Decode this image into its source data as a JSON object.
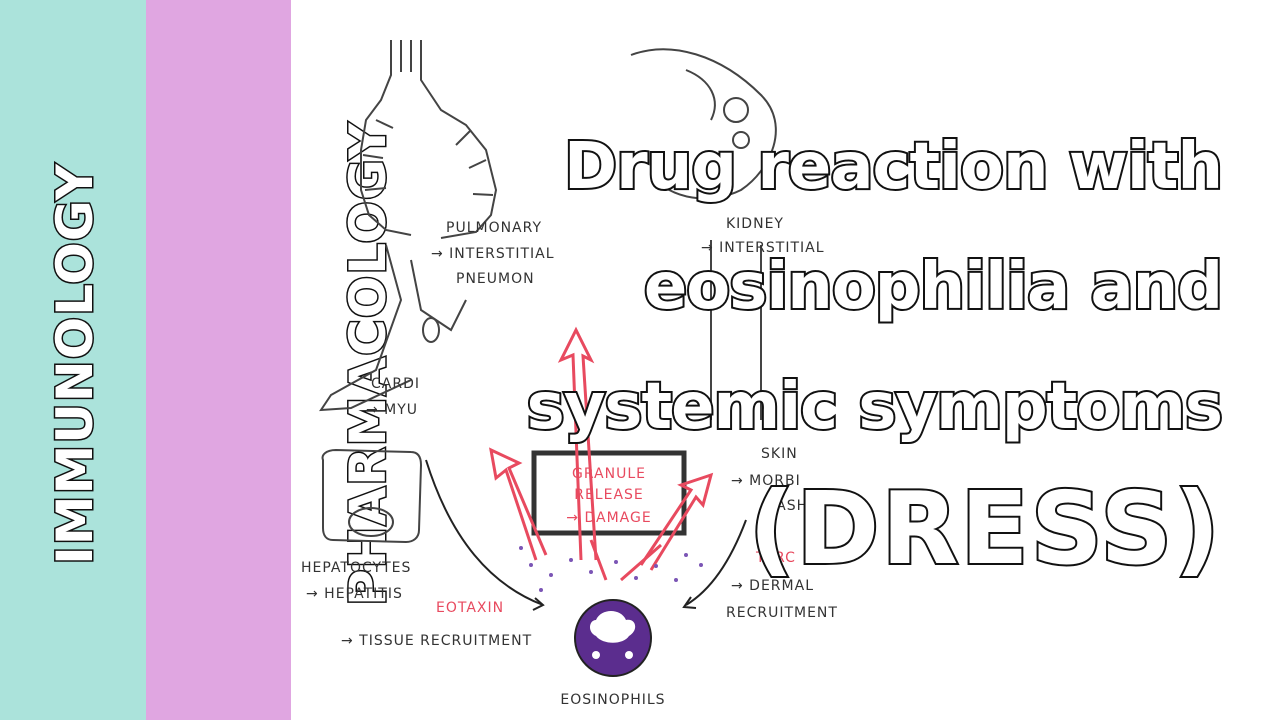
{
  "sidebar": {
    "label_1": "IMMUNOLOGY",
    "label_2": "PHARMACOLOGY"
  },
  "title": {
    "line_1": "Drug reaction with",
    "line_2": "eosinophilia and",
    "line_3": "systemic symptoms",
    "line_4": "(DRESS)"
  },
  "diagram": {
    "pulmonary": "PULMONARY",
    "pulmonary_effect": "→ INTERSTITIAL",
    "pulmonary_effect_2": "PNEUMON",
    "kidney": "KIDNEY",
    "kidney_effect": "→ INTERSTITIAL",
    "cardiac": "CARDI",
    "cardiac_effect": "→ MYU",
    "skin": "SKIN",
    "skin_effect": "→ MORBI",
    "skin_effect_2": "RASH",
    "hepatocytes": "HEPATOCYTES",
    "hepatocytes_effect": "→ HEPATITIS",
    "eotaxin": "EOTAXIN",
    "eotaxin_effect": "→ TISSUE RECRUITMENT",
    "tarc": "TARC",
    "tarc_effect": "→ DERMAL",
    "tarc_effect_2": "RECRUITMENT",
    "granule_1": "GRANULE",
    "granule_2": "RELEASE",
    "granule_3": "→ DAMAGE",
    "eosinophils": "EOSINOPHILS"
  },
  "colors": {
    "cyan_band": "#abe3db",
    "pink_band": "#e0a6e1",
    "arrow_red": "#e84a5f",
    "eosinophil_purple": "#5b2d8e"
  }
}
